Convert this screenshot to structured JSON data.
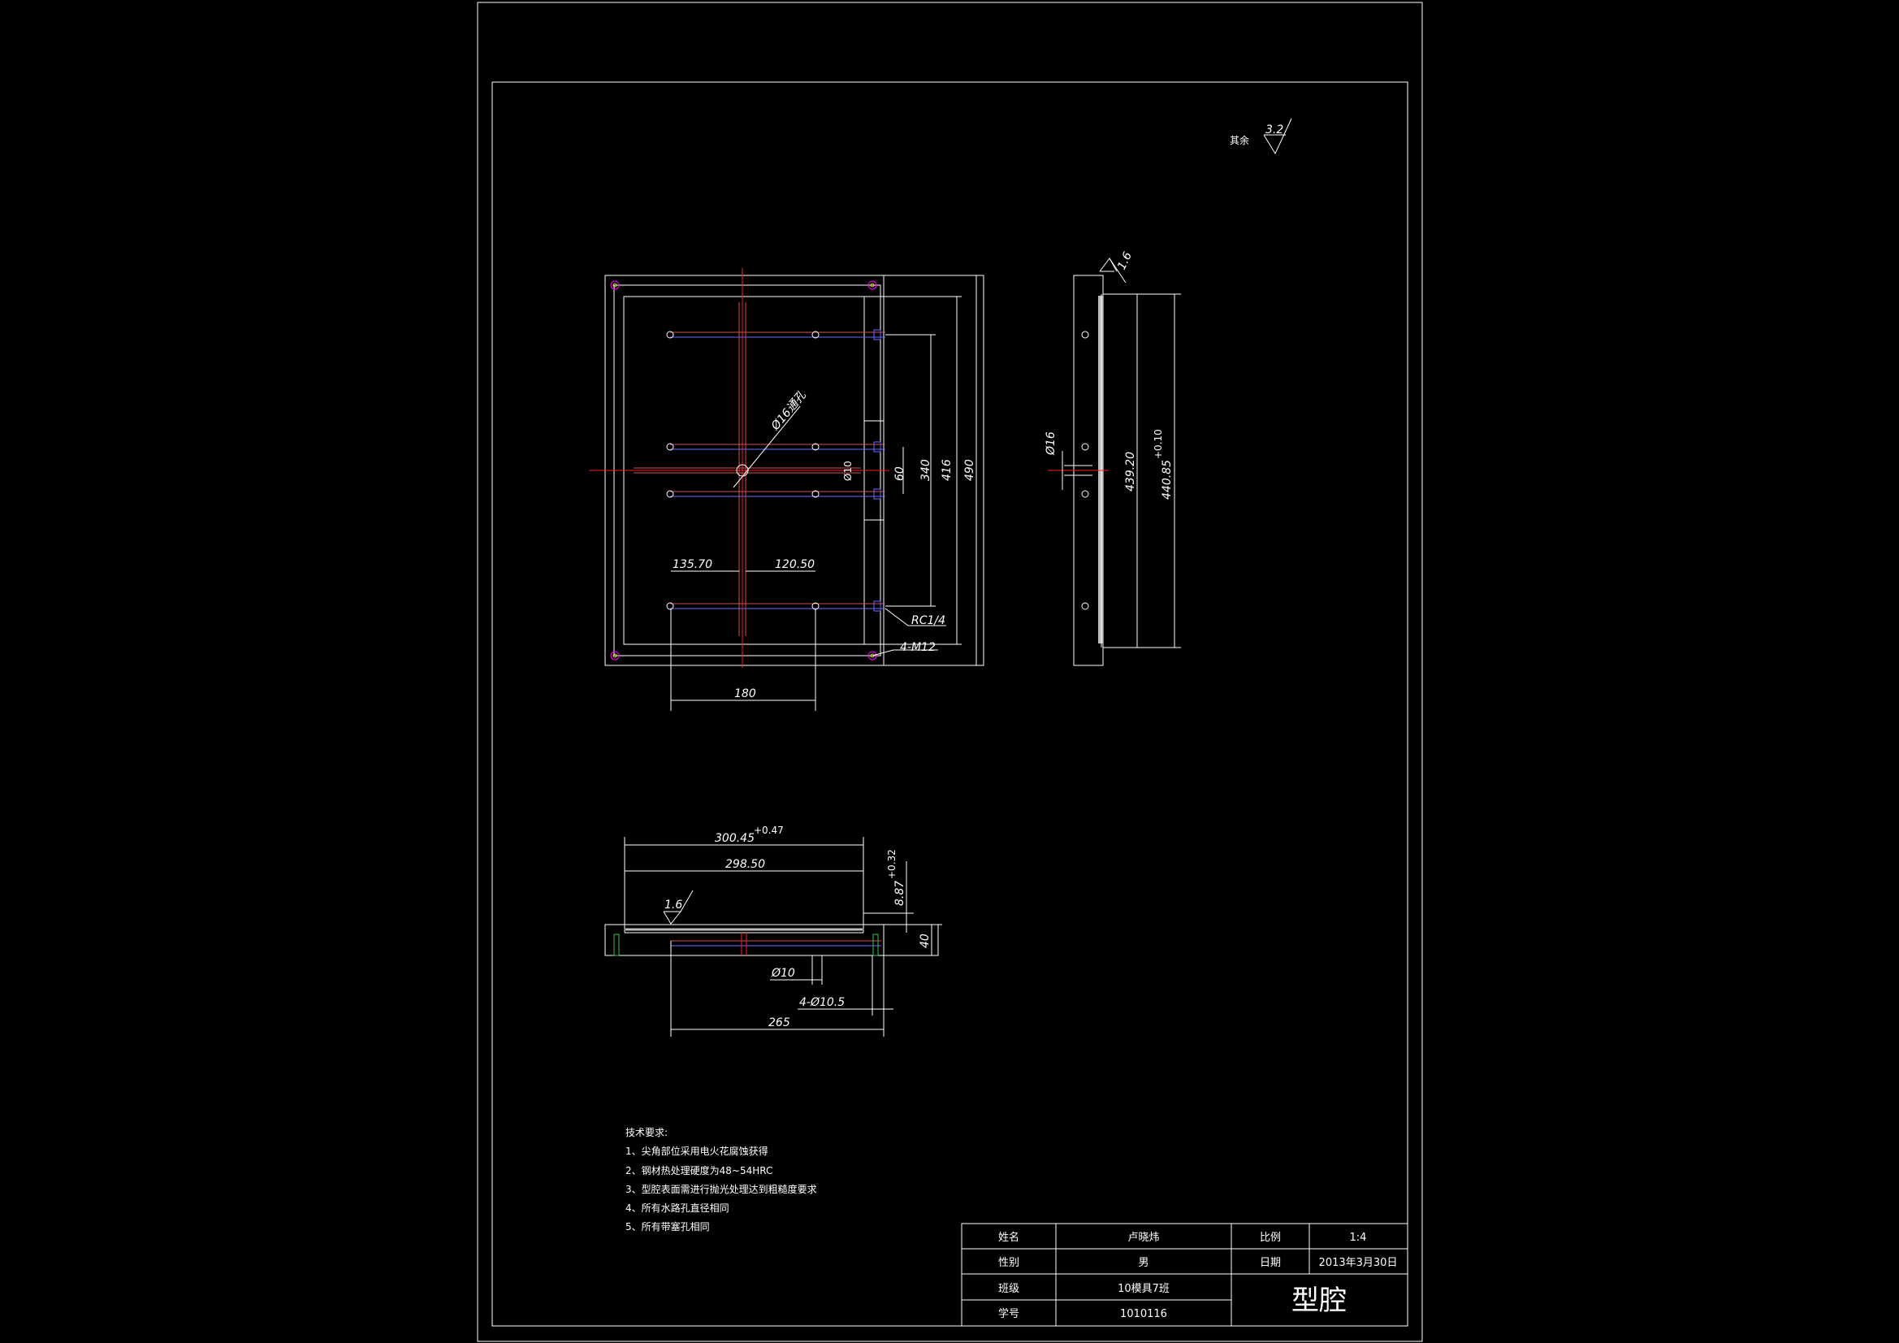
{
  "roughness": {
    "general_label": "其余",
    "general_value": "3.2",
    "side_value": "1.6",
    "section_value": "1.6"
  },
  "top_view_dims": {
    "center_hole": "Ø16通孔",
    "left_width": "135.70",
    "right_width": "120.50",
    "hole_spacing_x": "180",
    "rc": "RC1/4",
    "bolt": "4-M12",
    "pitch_small": "60",
    "pitch_mid": "340",
    "height_inner": "416",
    "height_outer": "490",
    "center_small": "Ø10"
  },
  "side_view_dims": {
    "pipe_dia": "Ø16",
    "inner_len": "439.20",
    "outer_len": "440.85",
    "outer_tol": "+0.10"
  },
  "section_dims": {
    "outer_width": "300.45",
    "outer_tol": "+0.47",
    "inner_width": "298.50",
    "depth": "8.87",
    "depth_tol": "+0.32",
    "thickness": "40",
    "pipe_dia": "Ø10",
    "holes": "4-Ø10.5",
    "span": "265"
  },
  "tech_requirements": {
    "title": "技术要求:",
    "items": [
      "1、尖角部位采用电火花腐蚀获得",
      "2、钢材热处理硬度为48~54HRC",
      "3、型腔表面需进行抛光处理达到粗糙度要求",
      "4、所有水路孔直径相同",
      "5、所有带塞孔相同"
    ]
  },
  "title_block": {
    "name_label": "姓名",
    "name_value": "卢晓炜",
    "gender_label": "性别",
    "gender_value": "男",
    "class_label": "班级",
    "class_value": "10模具7班",
    "id_label": "学号",
    "id_value": "1010116",
    "scale_label": "比例",
    "scale_value": "1:4",
    "date_label": "日期",
    "date_value": "2013年3月30日",
    "drawing_title": "型腔"
  },
  "colors": {
    "line": "#ffffff",
    "center": "#ff2020",
    "pipe_red": "#d05050",
    "pipe_blue": "#6a6aff",
    "hole": "#ff00ff",
    "green": "#40c040"
  }
}
